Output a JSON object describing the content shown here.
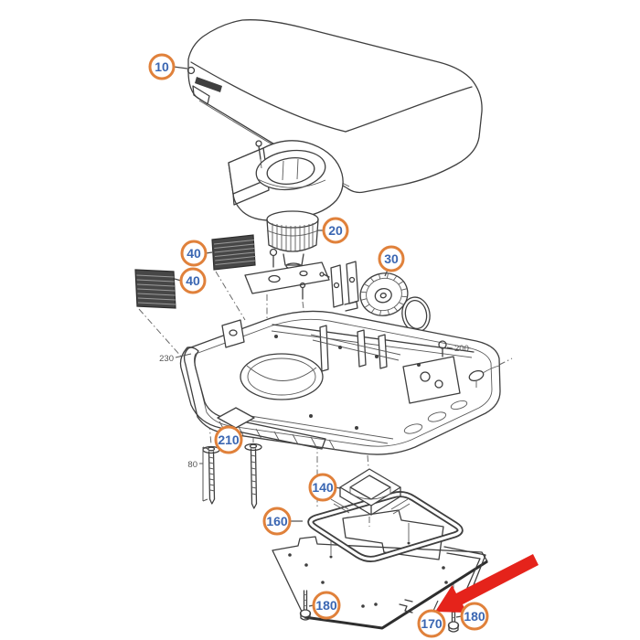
{
  "diagram": {
    "colors": {
      "background": "#ffffff",
      "line_art": "#3f3f3f",
      "callout_ring": "#e0813b",
      "callout_number": "#3a66b2",
      "small_label": "#555555",
      "arrow_red": "#e5231b",
      "grille_fill": "#474747"
    },
    "callouts": [
      {
        "label": "10"
      },
      {
        "label": "20"
      },
      {
        "label": "30"
      },
      {
        "label": "40"
      },
      {
        "label": "40"
      },
      {
        "label": "140"
      },
      {
        "label": "160"
      },
      {
        "label": "170"
      },
      {
        "label": "180"
      },
      {
        "label": "180"
      },
      {
        "label": "210"
      }
    ],
    "part_labels": [
      {
        "label": "230"
      },
      {
        "label": "200"
      },
      {
        "label": "80"
      }
    ],
    "arrow": {
      "name": "red-pointer-arrow",
      "points_to_callout": "170"
    }
  }
}
